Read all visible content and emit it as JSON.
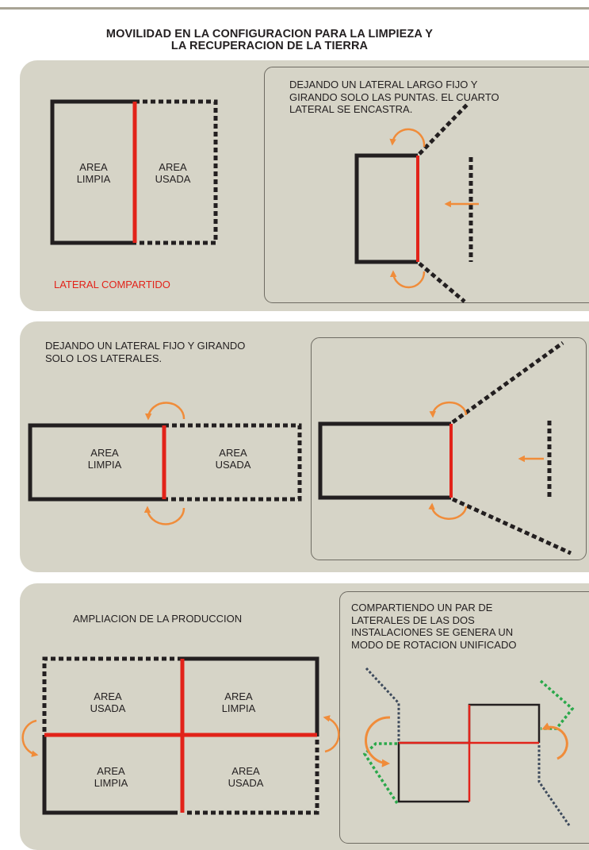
{
  "title": {
    "line1": "MOVILIDAD EN LA CONFIGURACION PARA LA LIMPIEZA Y",
    "line2": "LA RECUPERACION DE LA TIERRA"
  },
  "section1": {
    "left": {
      "clean_label": "AREA\nLIMPIA",
      "used_label": "AREA\nUSADA",
      "shared_side_label": "LATERAL COMPARTIDO"
    },
    "right": {
      "note": "DEJANDO UN LATERAL LARGO FIJO Y\nGIRANDO SOLO LAS PUNTAS. EL CUARTO\nLATERAL SE ENCASTRA."
    }
  },
  "section2": {
    "note": "DEJANDO UN LATERAL FIJO Y GIRANDO\nSOLO LOS LATERALES.",
    "left": {
      "clean_label": "AREA\nLIMPIA",
      "used_label": "AREA\nUSADA"
    }
  },
  "section3": {
    "left": {
      "heading": "AMPLIACION DE LA PRODUCCION",
      "top_left_label": "AREA\nUSADA",
      "top_right_label": "AREA\nLIMPIA",
      "bottom_left_label": "AREA\nLIMPIA",
      "bottom_right_label": "AREA\nUSADA"
    },
    "right": {
      "note": "COMPARTIENDO UN PAR DE\nLATERALES DE LAS DOS\nINSTALACIONES SE GENERA UN\nMODO DE ROTACION UNIFICADO"
    }
  },
  "colors": {
    "panel_bg": "#d6d4c7",
    "line_dark": "#231f20",
    "line_red": "#e2231a",
    "arrow_orange": "#f08c3a",
    "dotted_green": "#2aa84a",
    "dotted_slate": "#3d4a5c"
  }
}
